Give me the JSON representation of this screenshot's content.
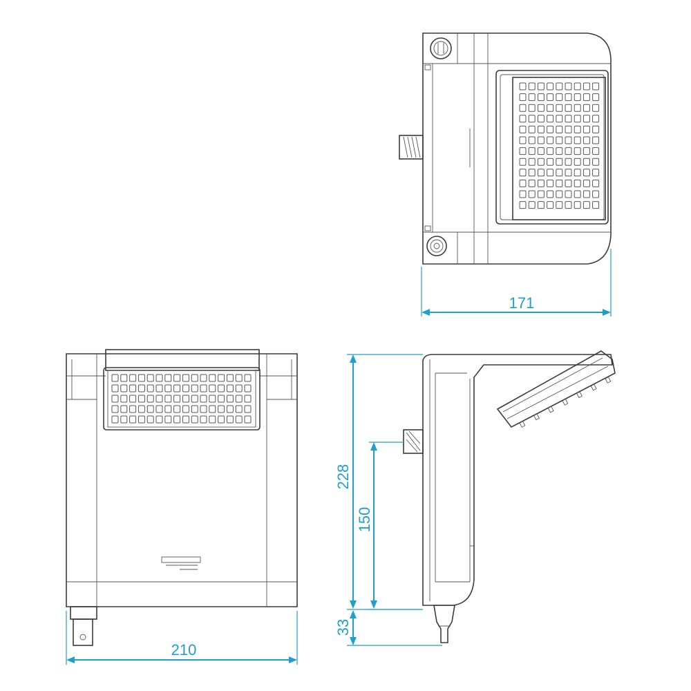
{
  "dimensions": {
    "top_view_width": "171",
    "front_view_width": "210",
    "side_view_height": "228",
    "side_view_lower_height": "150",
    "side_view_bottom_height": "33"
  },
  "colors": {
    "dimension": "#1e9fd0",
    "outline": "#3a3a3a"
  }
}
